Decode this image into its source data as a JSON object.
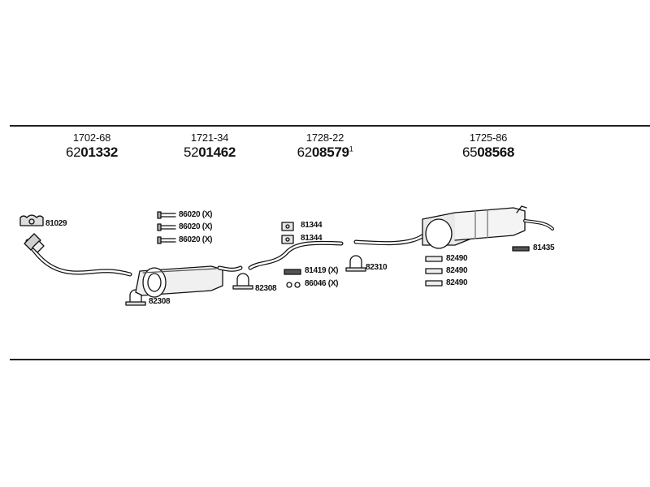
{
  "columns": [
    {
      "sub": "1702-68",
      "pre": "62",
      "main": "01332",
      "sup": ""
    },
    {
      "sub": "1721-34",
      "pre": "52",
      "main": "01462",
      "sup": ""
    },
    {
      "sub": "1728-22",
      "pre": "62",
      "main": "08579",
      "sup": "1"
    },
    {
      "sub": "1725-86",
      "pre": "65",
      "main": "08568",
      "sup": ""
    }
  ],
  "labels": {
    "l81029": "81029",
    "l86020a": "86020 (X)",
    "l86020b": "86020 (X)",
    "l86020c": "86020 (X)",
    "l82308a": "82308",
    "l82308b": "82308",
    "l81344a": "81344",
    "l81344b": "81344",
    "l81419": "81419 (X)",
    "l86046": "86046 (X)",
    "l82310": "82310",
    "l81435": "81435",
    "l82490a": "82490",
    "l82490b": "82490",
    "l82490c": "82490"
  }
}
